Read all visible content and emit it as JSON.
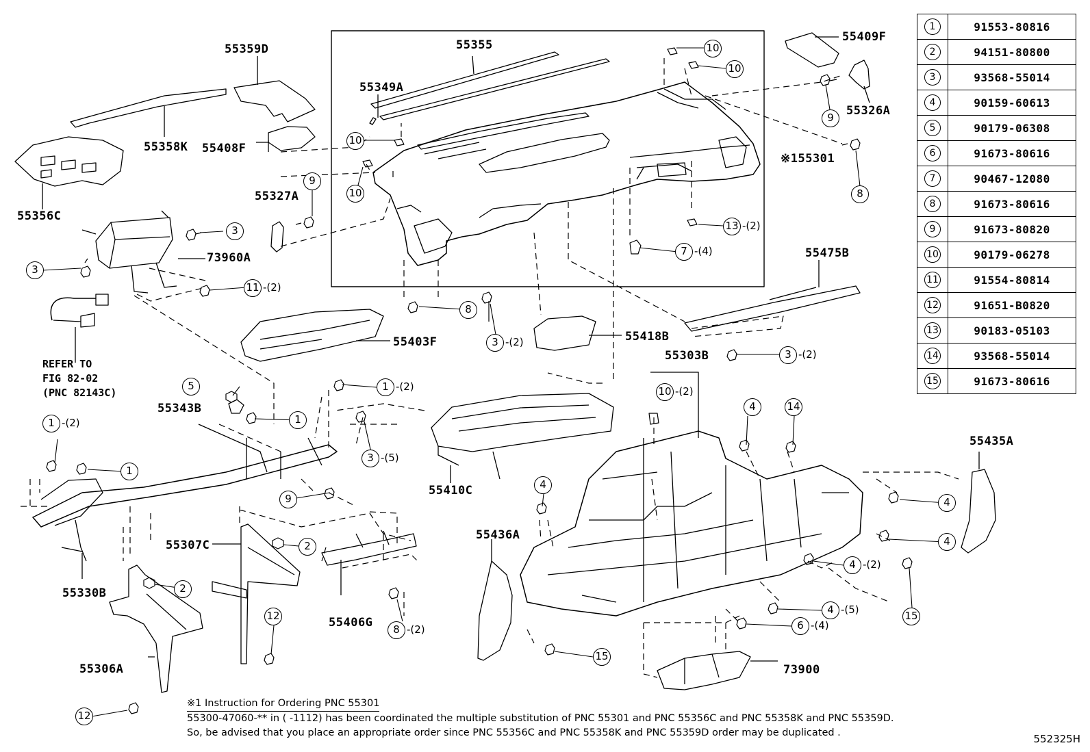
{
  "diagram": {
    "labels": {
      "p55355": "55355",
      "p55349A": "55349A",
      "p55409F": "55409F",
      "p55326A": "55326A",
      "p55359D": "55359D",
      "p55358K": "55358K",
      "p55408F": "55408F",
      "p55356C": "55356C",
      "p55327A": "55327A",
      "p73960A": "73960A",
      "p55301": "※155301",
      "p55475B": "55475B",
      "p55403F": "55403F",
      "p55418B": "55418B",
      "p55303B": "55303B",
      "p55343B": "55343B",
      "p55410C": "55410C",
      "p55435A": "55435A",
      "p55436A": "55436A",
      "p55307C": "55307C",
      "p55330B": "55330B",
      "p55406G": "55406G",
      "p55306A": "55306A",
      "p73900": "73900"
    },
    "refer": {
      "line1": "REFER TO",
      "line2": "FIG 82-02",
      "line3": "(PNC 82143C)"
    },
    "quantities": {
      "two": "-(2)",
      "four": "-(4)",
      "five": "-(5)"
    }
  },
  "parts_table": {
    "rows": [
      {
        "num": "1",
        "part": "91553-80816"
      },
      {
        "num": "2",
        "part": "94151-80800"
      },
      {
        "num": "3",
        "part": "93568-55014"
      },
      {
        "num": "4",
        "part": "90159-60613"
      },
      {
        "num": "5",
        "part": "90179-06308"
      },
      {
        "num": "6",
        "part": "91673-80616"
      },
      {
        "num": "7",
        "part": "90467-12080"
      },
      {
        "num": "8",
        "part": "91673-80616"
      },
      {
        "num": "9",
        "part": "91673-80820"
      },
      {
        "num": "10",
        "part": "90179-06278"
      },
      {
        "num": "11",
        "part": "91554-80814"
      },
      {
        "num": "12",
        "part": "91651-B0820"
      },
      {
        "num": "13",
        "part": "90183-05103"
      },
      {
        "num": "14",
        "part": "93568-55014"
      },
      {
        "num": "15",
        "part": "91673-80616"
      }
    ]
  },
  "note": {
    "title": "※1 Instruction for Ordering PNC 55301",
    "line1": "55300-47060-** in (        -1112) has been coordinated the multiple substitution of PNC 55301 and PNC 55356C and PNC 55358K and PNC 55359D.",
    "line2": "So, be advised that you place an appropriate order since PNC 55356C and PNC 55358K and PNC 55359D order may be duplicated ."
  },
  "drawing_code": "552325H"
}
